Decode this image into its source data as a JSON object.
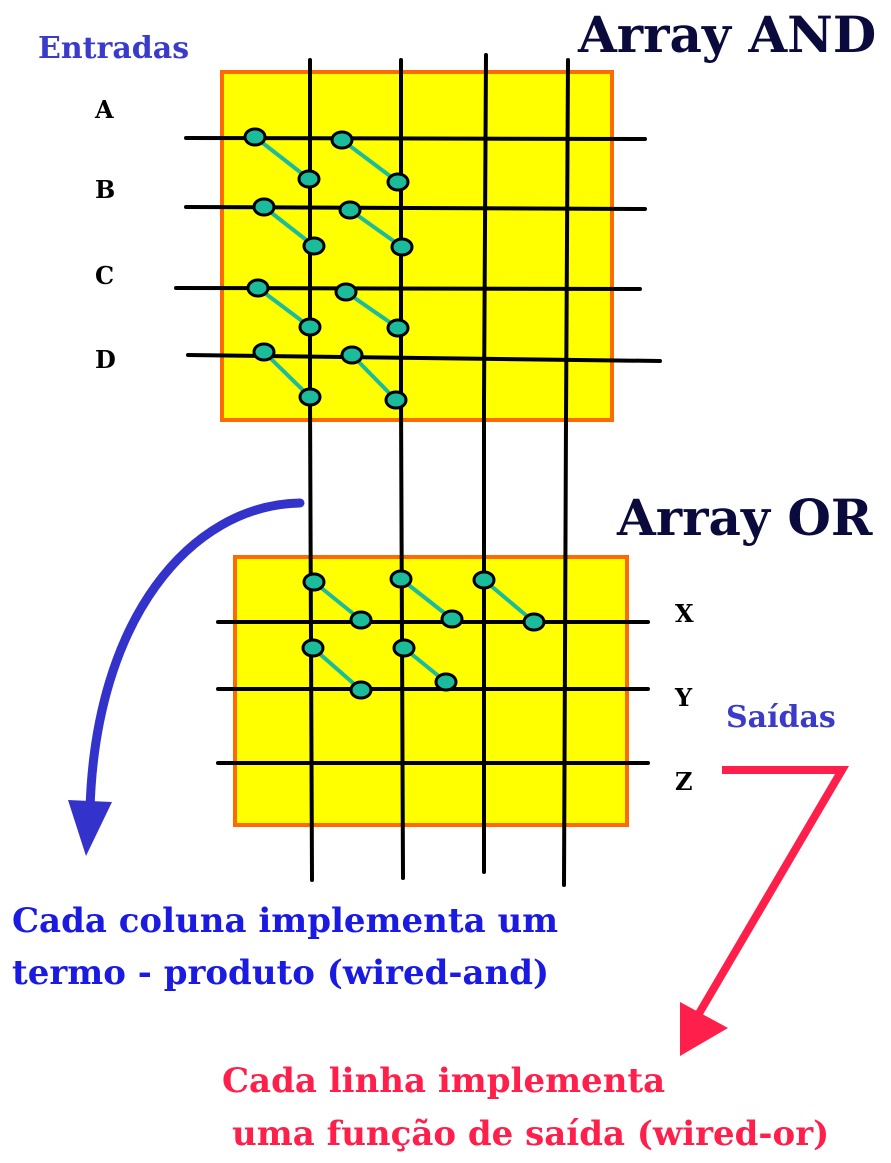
{
  "labels": {
    "and_array": "Array AND",
    "or_array": "Array OR",
    "inputs": "Entradas",
    "outputs": "Saídas"
  },
  "inputs": [
    "A",
    "B",
    "C",
    "D"
  ],
  "outputs": [
    "X",
    "Y",
    "Z"
  ],
  "captions": {
    "column_line1": "Cada coluna implementa um",
    "column_line2": "termo - produto (wired-and)",
    "row_line1": "Cada linha implementa",
    "row_line2": "uma função de saída (wired-or)"
  },
  "colors": {
    "array_fill": "#ffff00",
    "array_border": "#ff6a00",
    "wire": "#000000",
    "connection": "#1abc9c",
    "blue_arrow": "#3333cc",
    "red_arrow": "#ff1f4b"
  }
}
